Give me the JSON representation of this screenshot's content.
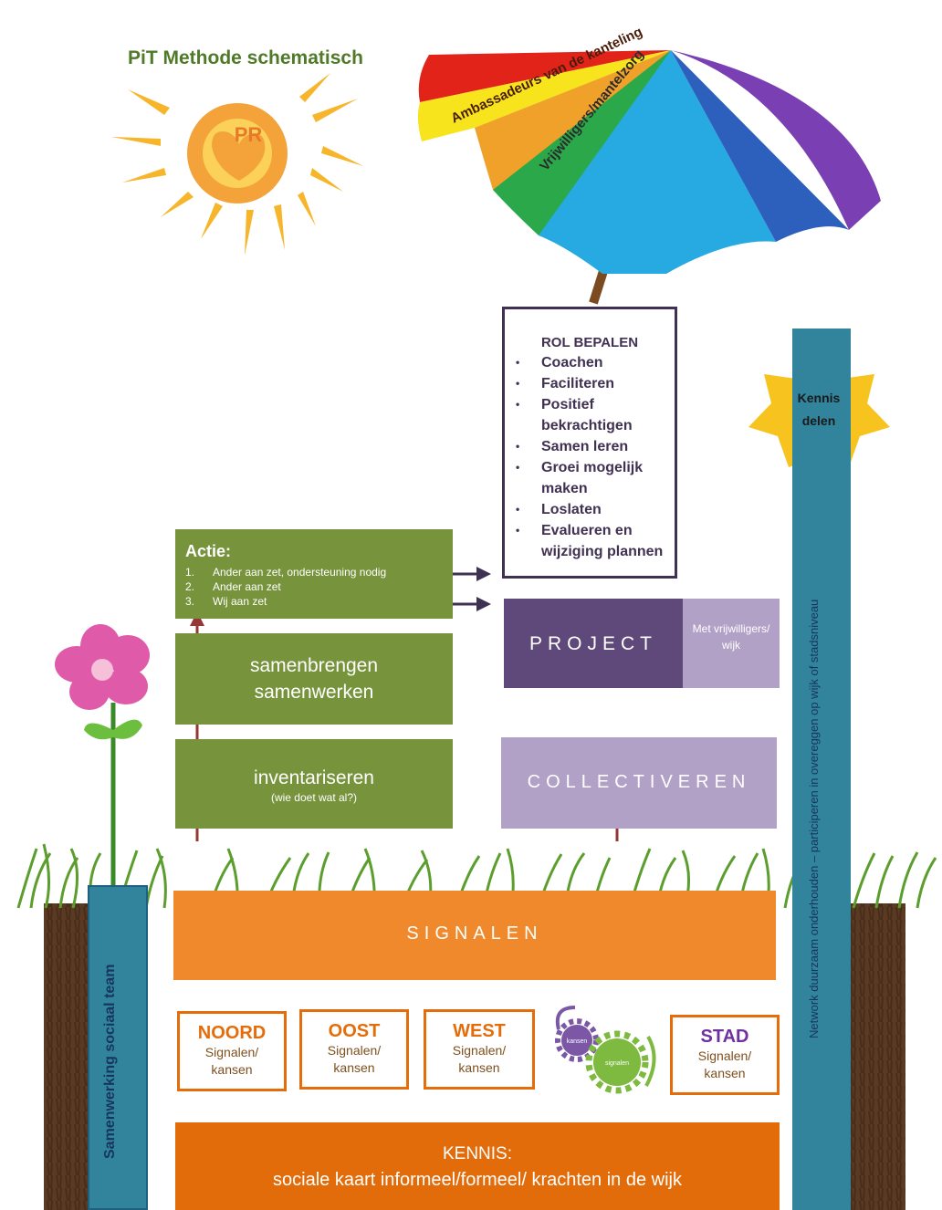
{
  "title": "PiT Methode schematisch",
  "sun": {
    "label": "PR"
  },
  "umbrella": {
    "arc1": "Ambassadeurs van de kanteling",
    "arc2": "Vrijwilligers/mantelzorg"
  },
  "rol": {
    "heading": "ROL BEPALEN",
    "items": [
      "Coachen",
      "Faciliteren",
      "Positief bekrachtigen",
      "Samen leren",
      "Groei mogelijk maken",
      "Loslaten",
      "Evalueren en wijziging plannen"
    ]
  },
  "star": {
    "line1": "Kennis",
    "line2": "delen"
  },
  "actie": {
    "heading": "Actie:",
    "items": [
      {
        "num": "1.",
        "text": "Ander aan zet, ondersteuning nodig"
      },
      {
        "num": "2.",
        "text": "Ander aan zet"
      },
      {
        "num": "3.",
        "text": "Wij aan zet"
      }
    ]
  },
  "samen": {
    "line1": "samenbrengen",
    "line2": "samenwerken"
  },
  "inventariseren": {
    "line1": "inventariseren",
    "line2": "(wie doet wat al?)"
  },
  "project": {
    "label": "PROJECT",
    "note": "Met vrijwilligers/ wijk"
  },
  "collectiveren": "COLLECTIVEREN",
  "signalen": "SIGNALEN",
  "regions": [
    {
      "name": "NOORD",
      "sub1": "Signalen/",
      "sub2": "kansen"
    },
    {
      "name": "OOST",
      "sub1": "Signalen/",
      "sub2": "kansen"
    },
    {
      "name": "WEST",
      "sub1": "Signalen/",
      "sub2": "kansen"
    },
    {
      "name": "STAD",
      "sub1": "Signalen/",
      "sub2": "kansen"
    }
  ],
  "gears": {
    "small": "kansen",
    "large": "signalen"
  },
  "kennis": {
    "line1": "KENNIS:",
    "line2": "sociale kaart informeel/formeel/ krachten in de wijk"
  },
  "left_bar": "Samenwerking sociaal team",
  "right_bar": "Network duurzaam onderhouden – participeren in overeggen op wijk of stadsniveau",
  "colors": {
    "green": "#77933c",
    "purple": "#5f497a",
    "lavender": "#b2a1c7",
    "orange": "#f0892b",
    "teal": "#31849b"
  }
}
